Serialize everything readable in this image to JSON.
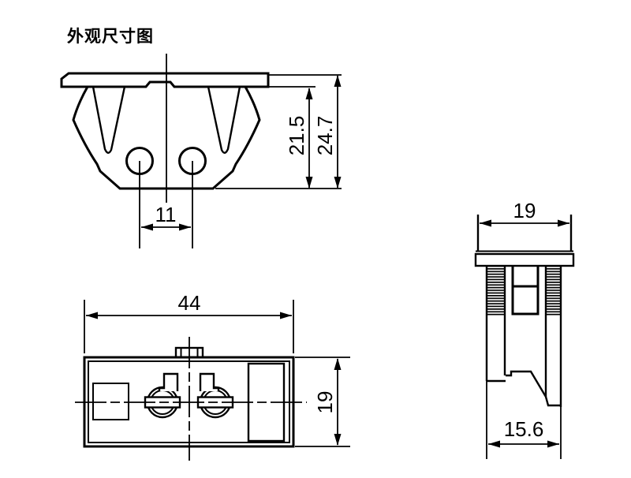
{
  "title": "外观尺寸图",
  "views": {
    "front": {
      "label": "front-view",
      "dims": {
        "hole_spacing": "11",
        "height_flange_to_bottom": "21.5",
        "height_total": "24.7"
      }
    },
    "bottom": {
      "label": "bottom-view",
      "dims": {
        "width": "44",
        "depth": "19"
      }
    },
    "side": {
      "label": "side-view",
      "dims": {
        "top_width": "19",
        "body_width": "15.6"
      }
    }
  },
  "colors": {
    "line": "#000000",
    "background": "#ffffff"
  }
}
